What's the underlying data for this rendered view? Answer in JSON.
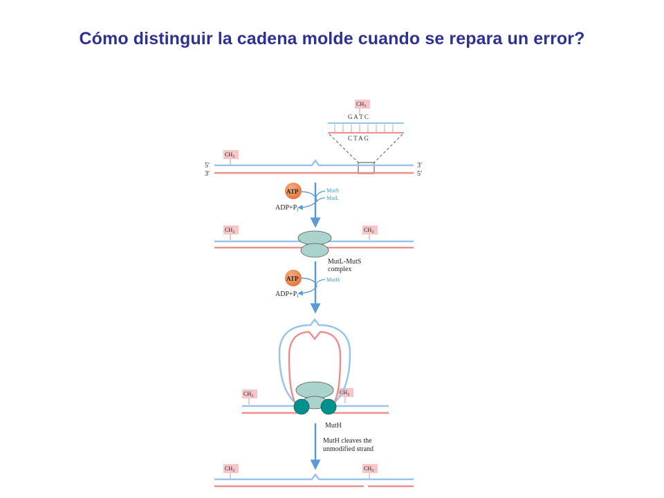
{
  "title": "Cómo distinguir la cadena molde cuando se repara un error?",
  "labels": {
    "ch3": "CH",
    "ch3_sub": "3",
    "seq_top": "G A T C",
    "seq_bottom": "C T A G",
    "five_prime": "5′",
    "three_prime": "3′",
    "atp": "ATP",
    "adp_pi": "ADP+P",
    "adp_pi_sub": "i",
    "muts": "MutS",
    "mutl": "MutL",
    "mutl_muts_1": "MutL-MutS",
    "mutl_muts_2": "complex",
    "muth_small": "MutH",
    "muth": "MutH",
    "muth_cleaves_1": "MutH cleaves the",
    "muth_cleaves_2": "unmodified strand"
  },
  "colors": {
    "title": "#2e3192",
    "strand_parent": "#9ac3ea",
    "strand_daughter": "#ec8e8e",
    "arrow": "#5b9bd5",
    "protein": "#a9d3cc",
    "muth_protein": "#00918c",
    "atp": "#f08a4b",
    "ch3_tag": "#f6c6c9"
  }
}
